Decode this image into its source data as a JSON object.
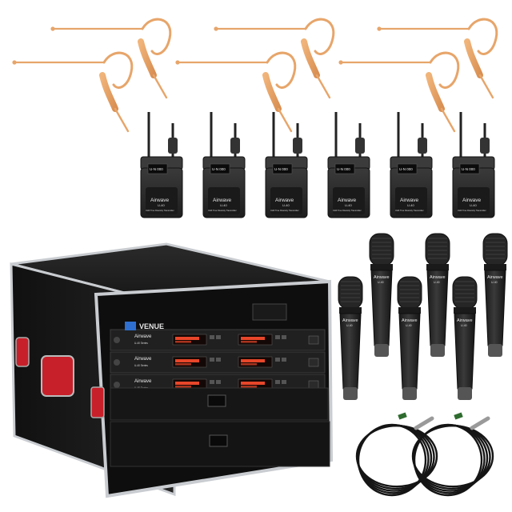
{
  "brand": {
    "bodypack_label": "Airwave",
    "bodypack_model": "U-40",
    "bodypack_subline": "UHF True Diversity Transmitter",
    "bodypack_screen": "U-N 000",
    "mic_label": "Airwave",
    "mic_model": "U-40",
    "rack_logo": "VENUE",
    "receiver_label": "Airwave",
    "receiver_sub": "U-40 Series"
  },
  "counts": {
    "headsets": 6,
    "bodypacks": 6,
    "handheld_mics": 6,
    "receivers": 3,
    "xlr_cables": 2
  },
  "colors": {
    "headset": "#e7a56a",
    "case_body": "#1b1b1b",
    "case_trim": "#c9ccd0",
    "handle_accent": "#c8202a",
    "receiver_display": "#e8462a",
    "device_body": "#2a2a2a"
  },
  "icons": [
    "headset-microphone-icon",
    "bodypack-transmitter-icon",
    "handheld-microphone-icon",
    "rack-case-icon",
    "receiver-unit-icon",
    "xlr-cable-icon"
  ]
}
